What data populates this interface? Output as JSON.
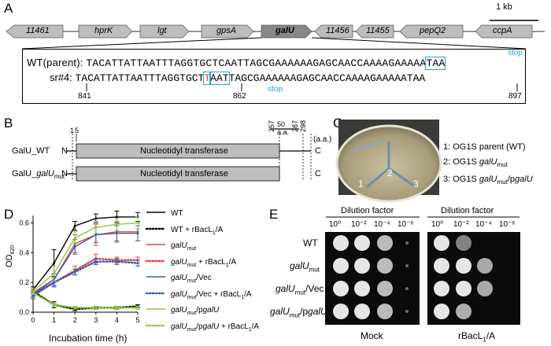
{
  "panels": {
    "A": "A",
    "B": "B",
    "C": "C",
    "D": "D",
    "E": "E"
  },
  "panelA": {
    "scale_label": "1 kb",
    "genes": [
      "11461",
      "hprK",
      "lgt",
      "gpsA",
      "galU",
      "11456",
      "11455",
      "pepQ2",
      "ccpA"
    ],
    "wt_label": "WT(parent):",
    "wt_seq_before": "TACATTATTAATTTAGGTGCTCAATTAGCGAAAAAAGAGCAACCAAAAGAAAAA",
    "wt_seq_stop": "TAA",
    "sr_label": "sr#4:",
    "sr_seq_before": "TACATTATTAATTTAGGTGCT",
    "sr_mut": "T",
    "sr_seq_stop": "AAT",
    "sr_seq_after": "TAGCGAAAAAAGAGCAACCAAAAGAAAAATAA",
    "stop_top": "stop",
    "stop_bottom": "stop",
    "pos1": "841",
    "pos2": "862",
    "pos3": "897"
  },
  "panelB": {
    "scale_label": "50 a.a.",
    "aa_unit": "(a.a.)",
    "ticks": [
      "1",
      "5",
      "257",
      "287",
      "298"
    ],
    "row1_label": "GalU_WT",
    "row2_label": "GalU_",
    "row2_sub": "galU",
    "row2_subsub": "mut",
    "domain_label": "Nucleotidyl transferase",
    "n": "N",
    "c": "C"
  },
  "panelC": {
    "plate_labels": [
      "1",
      "2",
      "3"
    ],
    "legend1": "1: OG1S parent (WT)",
    "legend2_prefix": "2: OG1S ",
    "legend2_gene": "galU",
    "legend2_sub": "mut",
    "legend3_prefix": "3: OG1S ",
    "legend3_gene": "galU",
    "legend3_sub": "mut",
    "legend3_suffix": "/p",
    "legend3_gene2": "galU"
  },
  "panelE": {
    "dilution_header": "Dilution factor",
    "dilutions": [
      "10⁰",
      "10⁻²",
      "10⁻⁴",
      "10⁻⁶"
    ],
    "rows": [
      {
        "label": "WT"
      },
      {
        "label": "galU",
        "sub": "mut"
      },
      {
        "label": "galU",
        "sub": "mut",
        "suffix": "/Vec"
      },
      {
        "label": "galU",
        "sub": "mut",
        "suffix": "/p",
        "gene2": "galU"
      }
    ],
    "mock": "Mock",
    "treated": "rBacL",
    "treated_sub": "1",
    "treated_suffix": "/A"
  },
  "chart_data": {
    "type": "line",
    "xlabel": "Incubation time (h)",
    "ylabel": "OD",
    "ylabel_sub": "620",
    "x": [
      0,
      1,
      2,
      3,
      4,
      5
    ],
    "xlim": [
      0,
      5
    ],
    "ylim": [
      0,
      0.65
    ],
    "yticks": [
      "0.0",
      "0.2",
      "0.4",
      "0.6"
    ],
    "xticks": [
      "0",
      "1",
      "2",
      "3",
      "4",
      "5"
    ],
    "series": [
      {
        "name": "WT",
        "color": "#000000",
        "style": "solid",
        "values": [
          0.15,
          0.33,
          0.58,
          0.63,
          0.64,
          0.64
        ],
        "err": [
          0.02,
          0.09,
          0.03,
          0.03,
          0.04,
          0.03
        ]
      },
      {
        "name": "WT + rBacL1/A",
        "color": "#000000",
        "style": "dotted",
        "values": [
          0.14,
          0.05,
          0.02,
          0.03,
          0.03,
          0.04
        ],
        "err": [
          0.01,
          0.02,
          0.01,
          0.01,
          0.01,
          0.01
        ]
      },
      {
        "name": "galUmut",
        "color": "#e8402f",
        "style": "solid",
        "values": [
          0.13,
          0.22,
          0.46,
          0.52,
          0.54,
          0.54
        ],
        "err": [
          0.02,
          0.04,
          0.06,
          0.07,
          0.07,
          0.06
        ]
      },
      {
        "name": "galUmut + rBacL1/A",
        "color": "#e8402f",
        "style": "dotted",
        "values": [
          0.12,
          0.2,
          0.28,
          0.36,
          0.35,
          0.35
        ],
        "err": [
          0.02,
          0.03,
          0.03,
          0.03,
          0.02,
          0.02
        ]
      },
      {
        "name": "galUmut/Vec",
        "color": "#2f5fb3",
        "style": "solid",
        "values": [
          0.12,
          0.22,
          0.44,
          0.52,
          0.53,
          0.53
        ],
        "err": [
          0.02,
          0.04,
          0.05,
          0.05,
          0.05,
          0.05
        ]
      },
      {
        "name": "galUmut/Vec + rBacL1/A",
        "color": "#2f5fb3",
        "style": "dotted",
        "values": [
          0.11,
          0.2,
          0.27,
          0.34,
          0.34,
          0.33
        ],
        "err": [
          0.02,
          0.03,
          0.02,
          0.02,
          0.02,
          0.02
        ]
      },
      {
        "name": "galUmut/pgalU",
        "color": "#8cc63f",
        "style": "solid",
        "values": [
          0.14,
          0.26,
          0.5,
          0.57,
          0.59,
          0.6
        ],
        "err": [
          0.02,
          0.05,
          0.04,
          0.04,
          0.04,
          0.04
        ]
      },
      {
        "name": "galUmut/pgalU + rBacL1/A",
        "color": "#8cc63f",
        "style": "dotted",
        "values": [
          0.13,
          0.05,
          0.03,
          0.03,
          0.03,
          0.03
        ],
        "err": [
          0.01,
          0.01,
          0.01,
          0.01,
          0.01,
          0.01
        ]
      }
    ],
    "legend": [
      {
        "gene": "",
        "sub": "",
        "text": "WT"
      },
      {
        "gene": "",
        "sub": "",
        "text": "WT + rBacL",
        "tsub": "1",
        "tail": "/A"
      },
      {
        "gene": "galU",
        "sub": "mut",
        "text": ""
      },
      {
        "gene": "galU",
        "sub": "mut",
        "text": " + rBacL",
        "tsub": "1",
        "tail": "/A"
      },
      {
        "gene": "galU",
        "sub": "mut",
        "text": "/Vec"
      },
      {
        "gene": "galU",
        "sub": "mut",
        "text": "/Vec + rBacL",
        "tsub": "1",
        "tail": "/A"
      },
      {
        "gene": "galU",
        "sub": "mut",
        "text": "/p",
        "gene2": "galU"
      },
      {
        "gene": "galU",
        "sub": "mut",
        "text": "/p",
        "gene2": "galU",
        "text2": " + rBacL",
        "tsub": "1",
        "tail": "/A"
      }
    ]
  }
}
